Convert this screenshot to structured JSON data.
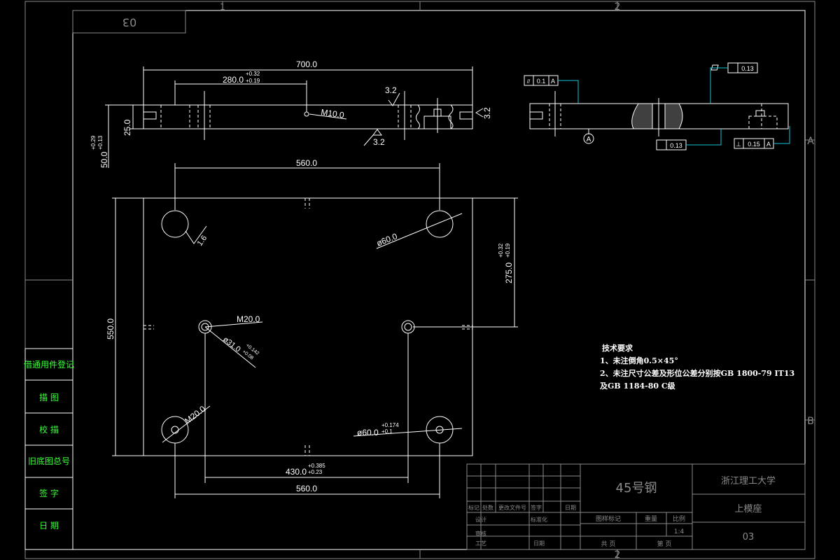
{
  "frame": {
    "drawing_no_stamp": "03",
    "zone_top_1": "1",
    "zone_top_2": "2",
    "zone_bottom_2": "2",
    "zone_right_a": "A",
    "zone_right_b": "B"
  },
  "side_panel": {
    "items": [
      "借通用件登记",
      "描 图",
      "校 描",
      "旧底图总号",
      "签 字",
      "日 期"
    ]
  },
  "front_view": {
    "dim_overall": "700.0",
    "dim_280": "280.0",
    "tol_280_upper": "+0.32",
    "tol_280_lower": "+0.19",
    "thread_m10": "M10.0",
    "rough_top": "3.2",
    "rough_right": "3.2",
    "rough_bottom": "3.2",
    "dim_25": "25.0",
    "dim_50": "50.0",
    "tol_50_upper": "+0.29",
    "tol_50_lower": "+0.13"
  },
  "side_view": {
    "parallel_symbol": "//",
    "parallel_tol": "0.1",
    "parallel_datum": "A",
    "flatness_top": "0.13",
    "flatness_bottom": "0.13",
    "perp_symbol": "⊥",
    "perp_tol": "0.15",
    "perp_datum": "A",
    "datum_label": "A"
  },
  "plan_view": {
    "dim_560_top": "560.0",
    "dim_560_bottom": "560.0",
    "dim_550": "550.0",
    "dim_275": "275.0",
    "tol_275_upper": "+0.32",
    "tol_275_lower": "+0.19",
    "dia_60_top": "ø60.0",
    "dia_60_bottom": "ø60.0",
    "tol_60_upper": "+0.174",
    "tol_60_lower": "+0.1",
    "rough_16": "1.6",
    "thread_m20_a": "M20.0",
    "thread_m20_b": "M20.0",
    "dia_31": "ø31.0",
    "tol_31_upper": "+0.142",
    "tol_31_lower": "+0.08",
    "dim_430": "430.0",
    "tol_430_upper": "+0.385",
    "tol_430_lower": "+0.23"
  },
  "notes": {
    "title": "技术要求",
    "line1": "1、未注倒角0.5×45°",
    "line2": "2、未注尺寸公差及形位公差分别按GB 1800-79  IT13",
    "line3": "及GB 1184-80 C级"
  },
  "title_block": {
    "material": "45号钢",
    "school": "浙江理工大学",
    "part_name": "上模座",
    "drawing_no": "03",
    "scale": "1:4",
    "hdr_mark": "标记",
    "hdr_count": "处数",
    "hdr_change_doc": "更改文件号",
    "hdr_sign": "签字",
    "hdr_date": "日期",
    "row_design": "设计",
    "row_std": "标准化",
    "row_review": "审核",
    "row_process": "工艺",
    "row_date": "日期",
    "hdr_stage": "图样标记",
    "hdr_weight": "重量",
    "hdr_scale": "比例",
    "total_sheets": "共 页",
    "sheet_no": "第 页"
  }
}
